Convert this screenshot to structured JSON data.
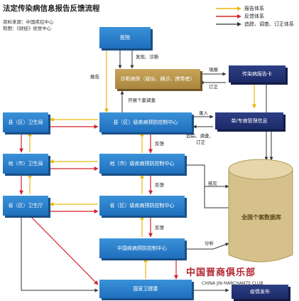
{
  "header": {
    "title": "法定传染病信息报告反馈流程",
    "source": "资料来源：中国疾控中心",
    "author": "制图：《财经》视觉中心"
  },
  "legend": [
    {
      "label": "报告体系",
      "color": "#f2c21b"
    },
    {
      "label": "反馈体系",
      "color": "#d2232a"
    },
    {
      "label": "追踪、调查、订正体系",
      "color": "#222222"
    }
  ],
  "nodes": {
    "hospital": "医院",
    "diagnosis": "诊断病例（疑似、确诊、携带者）",
    "report_card": "传染病报告卡",
    "county_health": "县（区）卫生局",
    "county_cdc": "县（区）级疾病预防控制中心",
    "single_mgmt": "单/专病管理信息",
    "city_health": "地（市）卫生局",
    "city_cdc": "地（市）级疾病预防控制中心",
    "prov_health": "省（区）卫生厅",
    "prov_cdc": "省（区）级疾病预防控制中心",
    "national_cdc": "中国疾病预防控制中心",
    "national_health": "国家卫健委",
    "publish": "疫情发布",
    "database": "全国个案数据库"
  },
  "edge_labels": {
    "discover": "发现、诊断",
    "report": "报告",
    "fill": "填报",
    "correct": "订正",
    "case_survey": "开展个案调查",
    "entry": "录入",
    "track1": "追踪、调查、",
    "track2": "订正",
    "feedback1": "反馈",
    "feedback2": "反馈",
    "feedback3": "反馈",
    "verify": "核实",
    "analysis": "分析"
  },
  "watermark": {
    "name": "中国晋商俱乐部",
    "sub": "CHINA JIN MARCHANTS CLUB"
  }
}
